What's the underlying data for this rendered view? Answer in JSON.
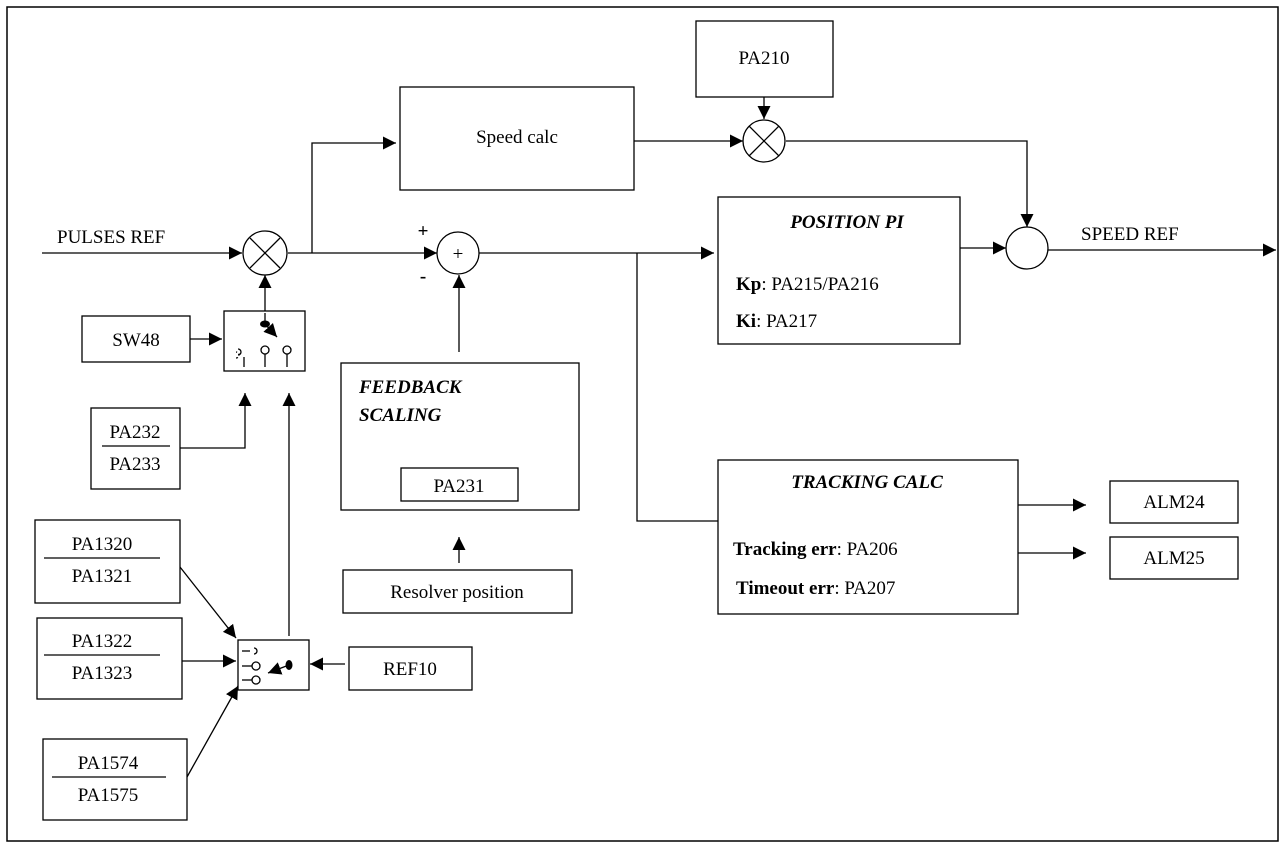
{
  "labels": {
    "pulses_ref": "PULSES REF",
    "speed_ref": "SPEED REF",
    "plus": "+",
    "minus": "-",
    "sum_symbol": "+",
    "pa210": "PA210",
    "speed_calc": "Speed calc",
    "sw48": "SW48",
    "pa232": "PA232",
    "pa233": "PA233",
    "pa1320": "PA1320",
    "pa1321": "PA1321",
    "pa1322": "PA1322",
    "pa1323": "PA1323",
    "pa1574": "PA1574",
    "pa1575": "PA1575",
    "ref10": "REF10",
    "feedback_scaling_line1": "FEEDBACK",
    "feedback_scaling_line2": "SCALING",
    "pa231": "PA231",
    "resolver_position": "Resolver position",
    "position_pi_title": "POSITION PI",
    "kp_label": "Kp",
    "kp_value": ": PA215/PA216",
    "ki_label": "Ki",
    "ki_value": ": PA217",
    "tracking_calc_title": "TRACKING CALC",
    "tracking_err_label": "Tracking err",
    "tracking_err_value": ": PA206",
    "timeout_err_label": "Timeout err",
    "timeout_err_value": ":  PA207",
    "alm24": "ALM24",
    "alm25": "ALM25"
  }
}
